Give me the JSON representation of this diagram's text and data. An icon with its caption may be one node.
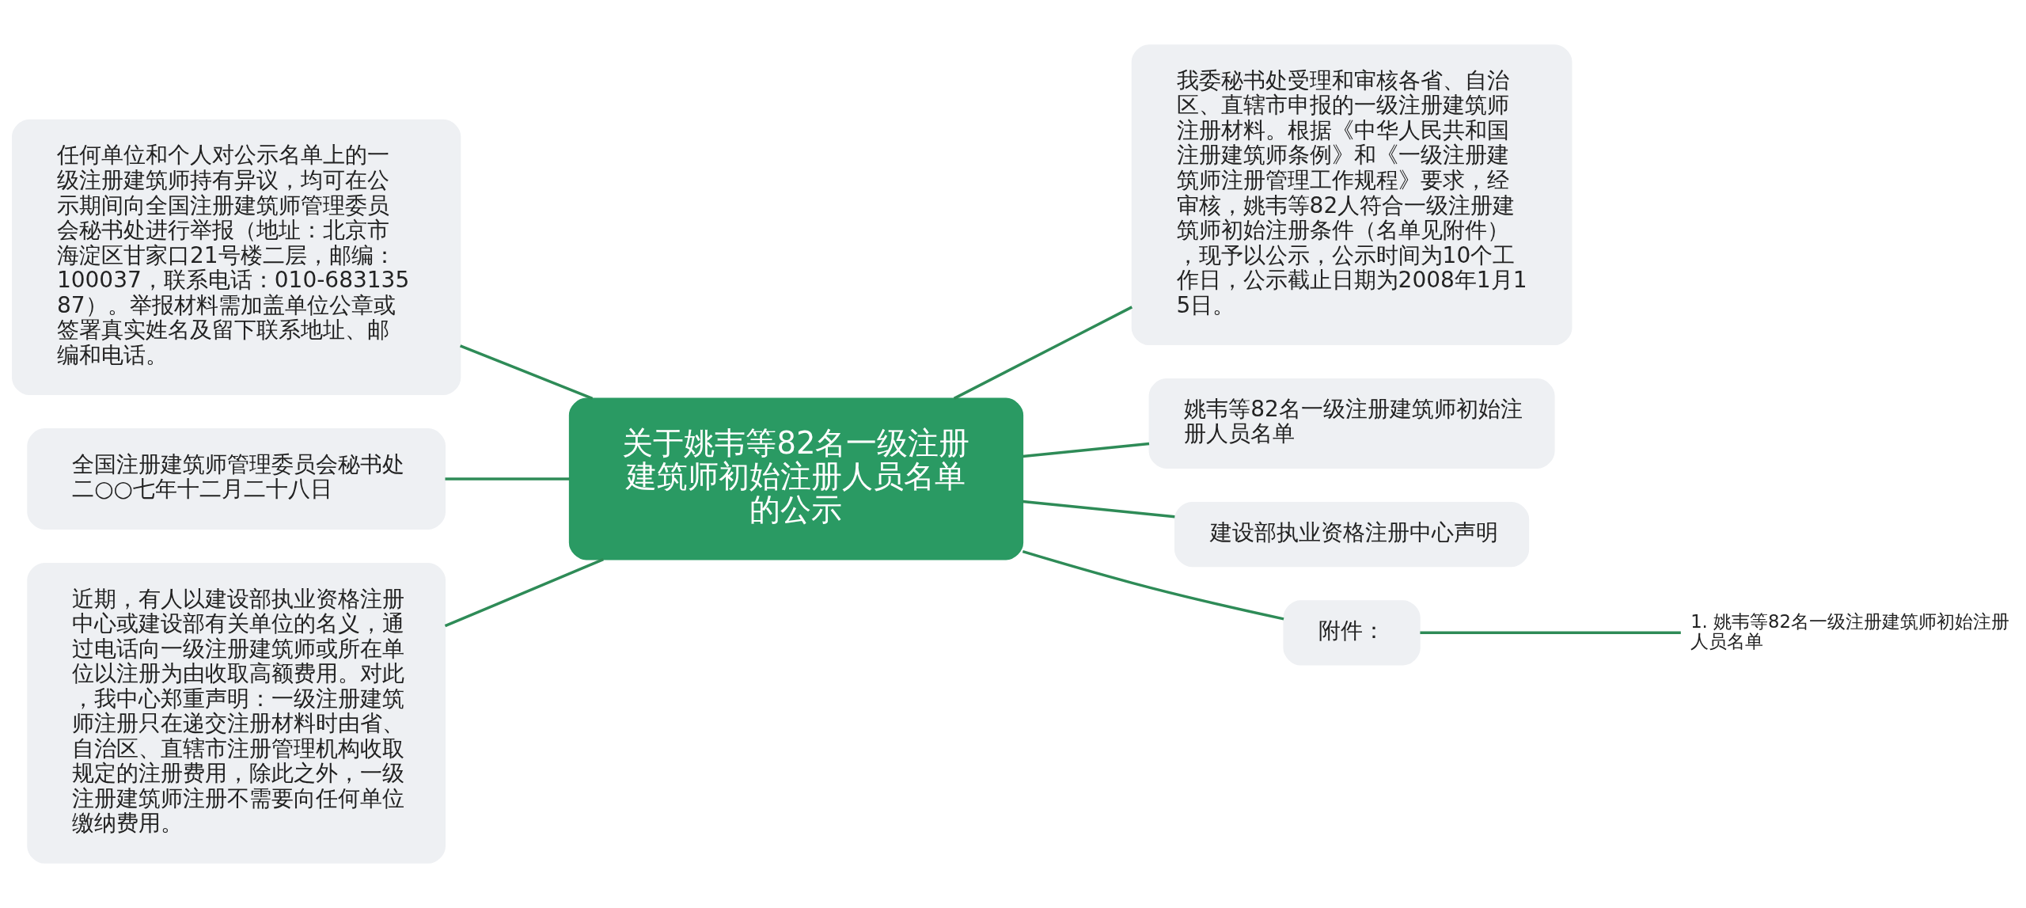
{
  "diagram": {
    "nodes": [
      {
        "text": [
          "关于姚韦等82名一级注册建筑师初始注册人员名单的公示"
        ]
      },
      {
        "text": [
          "任何单位和个人对公示名单上的一级注册建筑师持有异议，均可在公示期间向全国注册建筑师管理委员会秘书处进行举报（地址：北京市海淀区甘家口21号楼二层，邮编：100037，联系电话：010-68313587）。举报材料需加盖单位公章或签署真实姓名及留下联系地址、邮编和电话。"
        ]
      },
      {
        "text": [
          "全国注册建筑师管理委员会秘书处",
          "二○○七年十二月二十八日"
        ]
      },
      {
        "text": [
          "近期，有人以建设部执业资格注册中心或建设部有关单位的名义，通过电话向一级注册建筑师或所在单位以注册为由收取高额费用。对此，我中心郑重声明：一级注册建筑师注册只在递交注册材料时由省、自治区、直辖市注册管理机构收取规定的注册费用，除此之外，一级注册建筑师注册不需要向任何单位缴纳费用。"
        ]
      },
      {
        "text": [
          "我委秘书处受理和审核各省、自治区、直辖市申报的一级注册建筑师注册材料。根据《中华人民共和国注册建筑师条例》和《一级注册建筑师注册管理工作规程》要求，经审核，姚韦等82人符合一级注册建筑师初始注册条件（名单见附件），现予以公示，公示时间为10个工作日，公示截止日期为2008年1月15日。"
        ]
      },
      {
        "text": [
          "姚韦等82名一级注册建筑师初始注册人员名单"
        ]
      },
      {
        "text": [
          "建设部执业资格注册中心声明"
        ]
      },
      {
        "text": [
          "附件："
        ]
      },
      {
        "text": [
          "1. 姚韦等82名一级注册建筑师初始注册人员名单"
        ]
      }
    ],
    "edges": [
      {
        "from": 1,
        "to": 0,
        "arrow": "none"
      },
      {
        "from": 2,
        "to": 0,
        "arrow": "none"
      },
      {
        "from": 3,
        "to": 0,
        "arrow": "none"
      },
      {
        "from": 0,
        "to": 4,
        "arrow": "none"
      },
      {
        "from": 0,
        "to": 5,
        "arrow": "none"
      },
      {
        "from": 0,
        "to": 6,
        "arrow": "none"
      },
      {
        "from": 0,
        "to": 7,
        "arrow": "none"
      },
      {
        "from": 7,
        "to": 8,
        "arrow": "none"
      }
    ]
  }
}
